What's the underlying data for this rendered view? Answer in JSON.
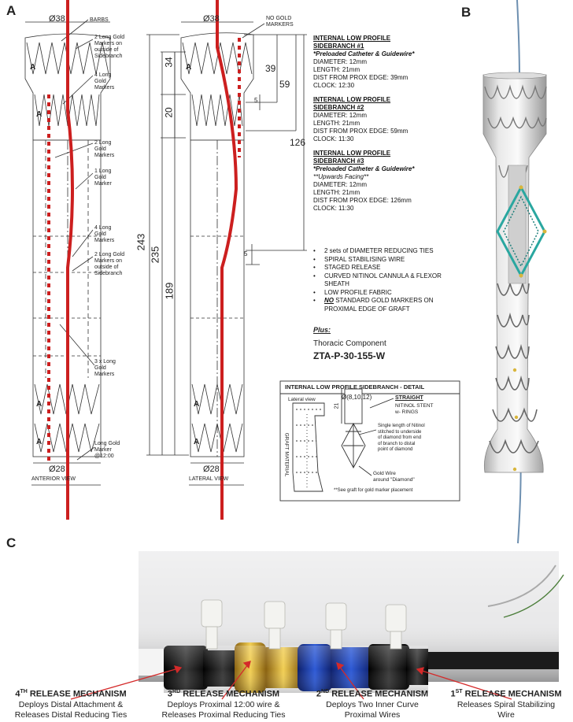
{
  "panels": {
    "a": "A",
    "b": "B",
    "c": "C"
  },
  "anterior": {
    "diam_top": "Ø38",
    "diam_bottom": "Ø28",
    "barbs": "BARBS",
    "markers_1": [
      "2 Long Gold",
      "Markers on",
      "outside of",
      "Sidebranch"
    ],
    "markers_2": [
      "4 Long",
      "Gold",
      "Markers"
    ],
    "markers_3": [
      "2 Long",
      "Gold",
      "Markers"
    ],
    "markers_4": [
      "1 Long",
      "Gold",
      "Marker"
    ],
    "markers_5": [
      "4 Long",
      "Gold",
      "Markers"
    ],
    "markers_6": [
      "2 Long Gold",
      "Markers on",
      "outside of",
      "Sidebranch"
    ],
    "markers_7": [
      "3 x Long",
      "Gold",
      "Markers"
    ],
    "markers_8": [
      "Long Gold",
      "Marker",
      "@12:00"
    ],
    "stent_label": "A",
    "view": "ANTERIOR VIEW"
  },
  "lateral": {
    "diam_top": "Ø38",
    "diam_bottom": "Ø28",
    "no_gold": [
      "NO GOLD",
      "MARKERS"
    ],
    "dims": {
      "d34": "34",
      "d20": "20",
      "d39": "39",
      "d59": "59",
      "d5a": "5",
      "d126": "126",
      "d243": "243",
      "d235": "235",
      "d189": "189",
      "d5b": "5"
    },
    "stent_label": "A",
    "view": "LATERAL VIEW"
  },
  "specs": {
    "sb1": {
      "title": [
        "INTERNAL LOW PROFILE",
        "SIDEBRANCH #1"
      ],
      "note": "*Preloaded Catheter & Guidewire*",
      "lines": [
        "DIAMETER: 12mm",
        "LENGTH: 21mm",
        "DIST FROM PROX EDGE: 39mm",
        "CLOCK: 12:30"
      ]
    },
    "sb2": {
      "title": [
        "INTERNAL LOW PROFILE",
        "SIDEBRANCH #2"
      ],
      "lines": [
        "DIAMETER: 12mm",
        "LENGTH: 21mm",
        "DIST FROM PROX EDGE: 59mm",
        "CLOCK: 11:30"
      ]
    },
    "sb3": {
      "title": [
        "INTERNAL LOW PROFILE",
        "SIDEBRANCH #3"
      ],
      "note": "*Preloaded Catheter & Guidewire*",
      "note2": "**Upwards Facing**",
      "lines": [
        "DIAMETER: 12mm",
        "LENGTH: 21mm",
        "DIST FROM PROX EDGE: 126mm",
        "CLOCK: 11:30"
      ]
    }
  },
  "features": [
    "2 sets of DIAMETER REDUCING TIES",
    "SPIRAL STABILISING WIRE",
    "STAGED RELEASE",
    "CURVED NITINOL CANNULA & FLEXOR SHEATH",
    "LOW PROFILE FABRIC",
    "NO STANDARD GOLD MARKERS ON PROXIMAL EDGE OF GRAFT"
  ],
  "features_underline_word": "NO",
  "plus": {
    "label": "Plus:",
    "component": "Thoracic Component",
    "code": "ZTA-P-30-155-W"
  },
  "detail": {
    "title": "INTERNAL LOW PROFILE SIDEBRANCH - DETAIL",
    "lateral_view": "Lateral view",
    "diam": "Ø(8,10,12)",
    "len": "21",
    "straight": "STRAIGHT",
    "nitinol": [
      "NITINOL STENT",
      "w- RINGS"
    ],
    "graft_material": "GRAFT MATERIAL",
    "single": [
      "Single length of Nitinol",
      "stitched to underside",
      "of diamond from end",
      "of branch to distal",
      "point of diamond"
    ],
    "gold_wire": [
      "Gold Wire",
      "around \"Diamond\""
    ],
    "see_graft": "**See graft for gold marker placement"
  },
  "release": [
    {
      "num": "4",
      "sup": "TH",
      "title": " RELEASE MECHANISM",
      "lines": [
        "Deploys Distal Attachment &",
        "Releases Distal Reducing Ties"
      ]
    },
    {
      "num": "3",
      "sup": "RD",
      "title": " RELEASE MECHANISM",
      "lines": [
        "Deploys Proximal 12:00 wire &",
        "Releases Proximal Reducing Ties"
      ]
    },
    {
      "num": "2",
      "sup": "ND",
      "title": " RELEASE MECHANISM",
      "lines": [
        "Deploys Two Inner Curve",
        "Proximal Wires"
      ]
    },
    {
      "num": "1",
      "sup": "ST",
      "title": " RELEASE MECHANISM",
      "lines": [
        "Releases Spiral Stabilizing",
        "Wire"
      ]
    }
  ],
  "colors": {
    "wire_red": "#cc1f1f",
    "gold": "#c99a1c",
    "blue": "#1a3fa8",
    "black": "#111111",
    "teal": "#2aa7a0"
  }
}
